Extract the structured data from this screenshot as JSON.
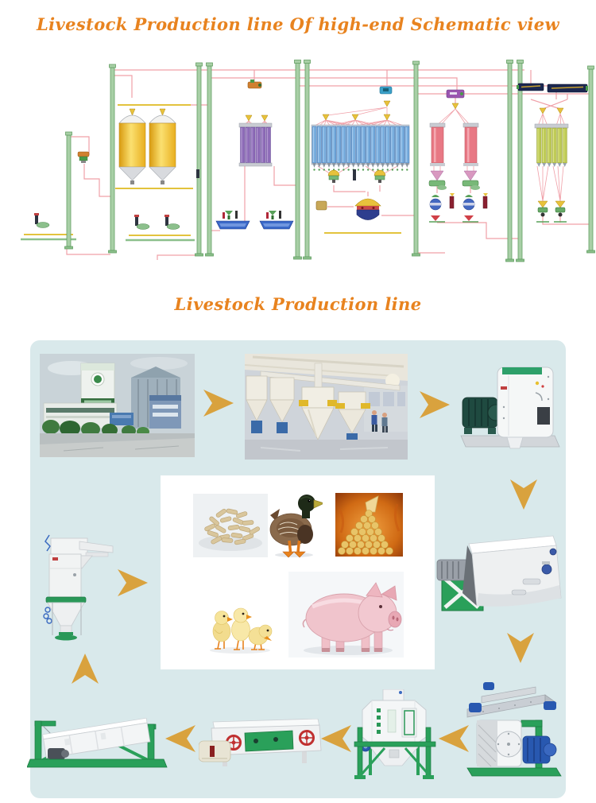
{
  "page": {
    "background": "#ffffff",
    "accent_color": "#e8831f",
    "panel_color": "#d9e9eb",
    "arrow_color": "#d9a23e"
  },
  "titles": {
    "schematic_title": "Livestock Production line Of high-end Schematic view",
    "flow_title": "Livestock Production line"
  },
  "schematic": {
    "icon_names": [
      "bucket-elevator",
      "grain-silo",
      "purple-bin-bank",
      "blue-bin-bank",
      "red-bin-bank",
      "olive-bin-bank",
      "cone-distributor",
      "mixer",
      "cleaner-machine",
      "pipe-network"
    ],
    "colors": {
      "elevator_green": "#a8cfa6",
      "pipe_pink": "#f0a0a8",
      "silo_gold": "#f0b52c",
      "bin_purple": "#8e6cb8",
      "bin_blue": "#79aede",
      "bin_red": "#e87884",
      "bin_olive": "#bfcb56",
      "conveyor_yellow": "#e3c33d"
    }
  },
  "flow": {
    "steps": [
      {
        "name": "feed-mill-factory"
      },
      {
        "name": "production-plant-interior"
      },
      {
        "name": "hammer-mill"
      },
      {
        "name": "double-shaft-mixer"
      },
      {
        "name": "ring-die-pellet-mill"
      },
      {
        "name": "counterflow-cooler"
      },
      {
        "name": "pellet-crumbler"
      },
      {
        "name": "rotary-grading-sieve"
      },
      {
        "name": "packing-scale"
      }
    ],
    "products": [
      {
        "name": "feed-pellets-photo"
      },
      {
        "name": "duck-photo"
      },
      {
        "name": "feed-pile-photo"
      },
      {
        "name": "chicks-photo"
      },
      {
        "name": "piglet-photo"
      }
    ]
  }
}
